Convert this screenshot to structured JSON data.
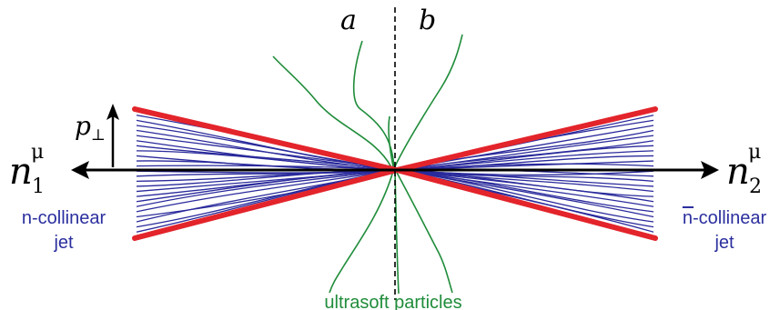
{
  "labels": {
    "region_a": "a",
    "region_b": "b",
    "pperp_base": "p",
    "pperp_sub": "⊥",
    "n1_base": "n",
    "n1_sup": "μ",
    "n1_sub": "1",
    "n2_base": "n",
    "n2_sup": "μ",
    "n2_sub": "2",
    "left_jet_line1": "n-collinear",
    "left_jet_line2": "jet",
    "right_jet_n": "n",
    "right_jet_rest": "-collinear",
    "right_jet_line2": "jet",
    "ultrasoft": "ultrasoft particles"
  },
  "colors": {
    "jet_lines": "#2a2a9c",
    "cone_edges": "#e3242b",
    "ultrasoft": "#1f8c3a",
    "axis": "#000000",
    "jet_text": "#2b2f9e",
    "ultrasoft_text": "#1f8c3a"
  }
}
